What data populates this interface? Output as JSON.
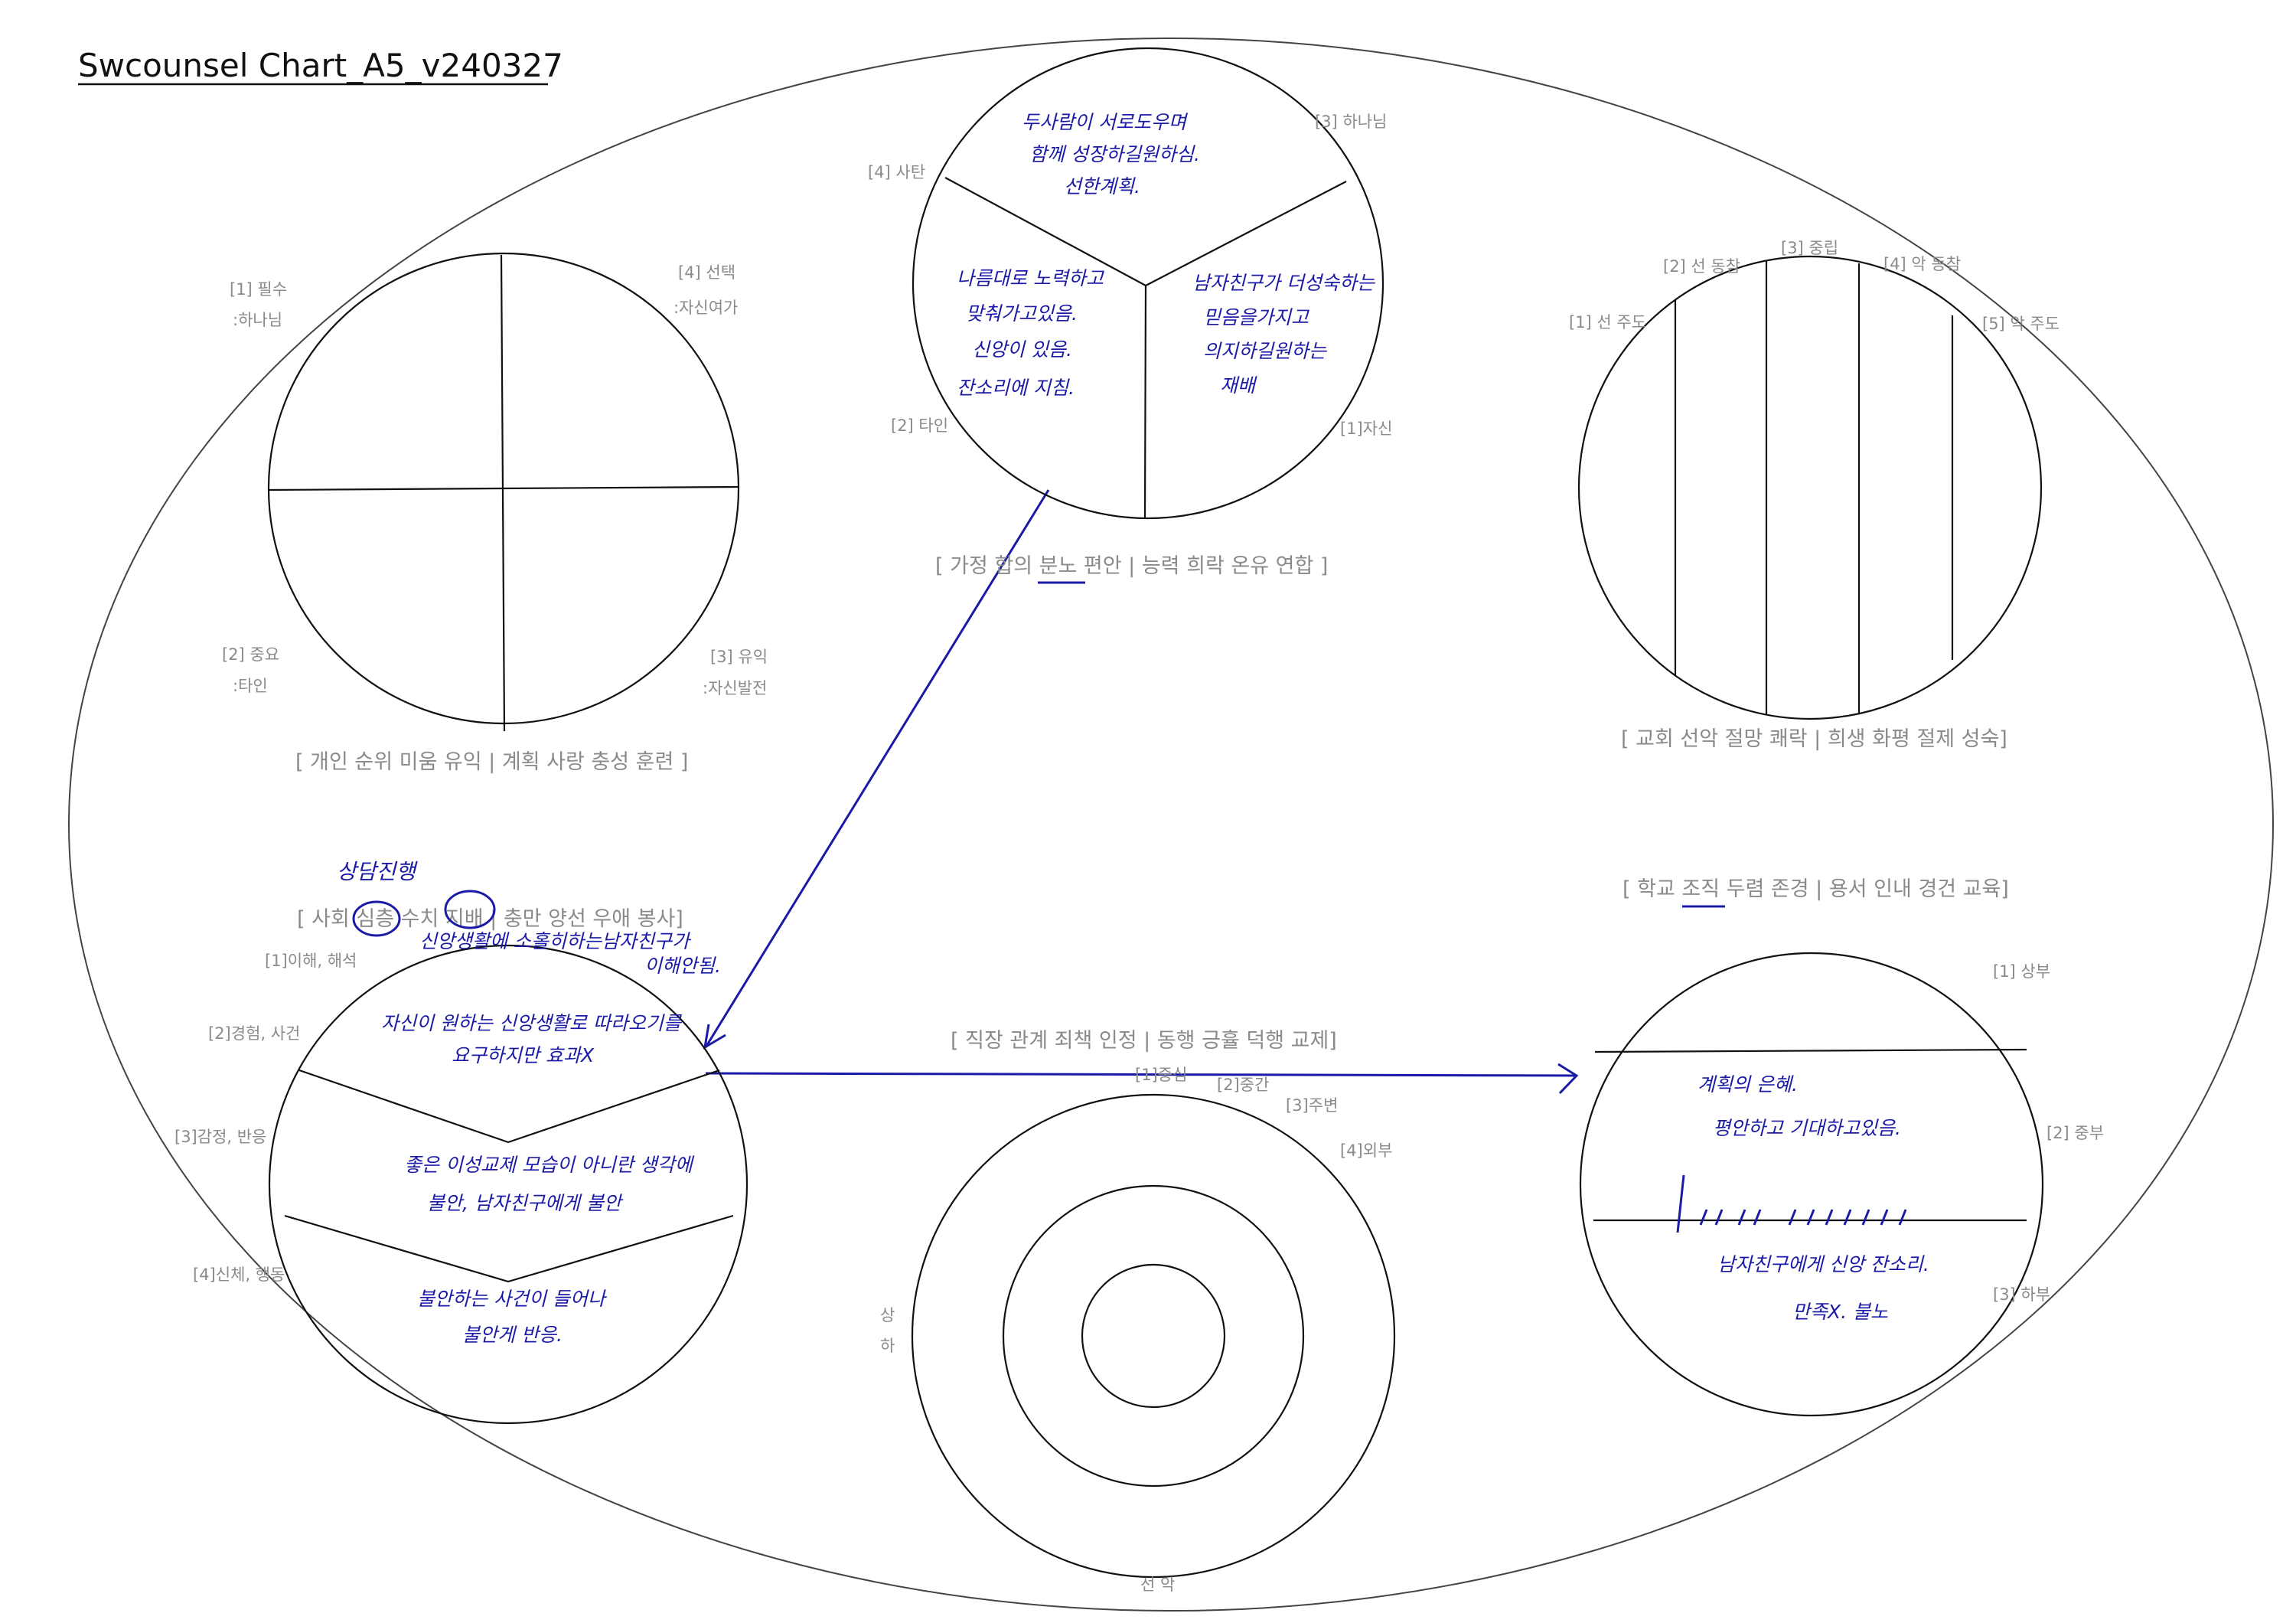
{
  "title": "Swcounsel Chart_A5_v240327",
  "colors": {
    "ink": "#1a1aa6",
    "line": "#111111",
    "label": "#8a8a8a"
  },
  "circle_personal": {
    "labels": [
      "[1] 필수",
      ":하나님",
      "[4] 선택",
      ":자신여가",
      "[2] 중요",
      ":타인",
      "[3] 유익",
      ":자신발전"
    ],
    "caption": "[ 개인 순위 미움 유익 | 계획 사랑 충성 훈련 ]"
  },
  "circle_family": {
    "labels": [
      "[4] 사탄",
      "[3] 하나님",
      "[2] 타인",
      "[1]자신"
    ],
    "caption": "[ 가정 합의 분노 편안 | 능력 희락 온유 연합 ]",
    "notes_top": [
      "두사람이 서로도우며",
      "함께 성장하길원하심.",
      "선한계획."
    ],
    "notes_left": [
      "나름대로 노력하고",
      "맞춰가고있음.",
      "신앙이 있음.",
      "잔소리에 지침."
    ],
    "notes_right": [
      "남자친구가 더성숙하는",
      "믿음을가지고",
      "의지하길원하는",
      "재배"
    ]
  },
  "circle_church": {
    "labels": [
      "[2] 선 동참",
      "[3] 중립",
      "[4] 악 동참",
      "[1] 선 주도",
      "[5] 악 주도"
    ],
    "caption": "[ 교회 선악 절망 쾌락 | 희생 화평 절제 성숙]"
  },
  "circle_society": {
    "caption": "[ 사회 심층 수치 지배 | 충만 양선 우애 봉사]",
    "labels": [
      "[1]이해, 해석",
      "[2]경험, 사건",
      "[3]감정, 반응",
      "[4]신체, 행동"
    ],
    "note_counsel": "상담진행",
    "note_header": [
      "신앙생활에 소홀히하는남자친구가",
      "이해안됨."
    ],
    "note_sec1": [
      "자신이 원하는 신앙생활로 따라오기를",
      "요구하지만 효과X"
    ],
    "note_sec2": [
      "좋은 이성교제 모습이 아니란 생각에",
      "불안,  남자친구에게 불안"
    ],
    "note_sec3": [
      "불안하는 사건이 들어나",
      "불안게 반응."
    ]
  },
  "circle_work": {
    "caption": "[ 직장 관계 죄책 인정 | 동행 긍휼 덕행 교제]",
    "labels": [
      "[1]중심",
      "[2]중간",
      "[3]주변",
      "[4]외부"
    ],
    "side": [
      "상",
      "하"
    ],
    "bottom": "선 악"
  },
  "circle_school": {
    "caption": "[ 학교 조직 두렴 존경 | 용서 인내 경건 교육]",
    "labels": [
      "[1] 상부",
      "[2] 중부",
      "[3] 하부"
    ],
    "note_mid": [
      "계획의 은혜.",
      "평안하고 기대하고있음."
    ],
    "note_low": [
      "남자친구에게 신앙 잔소리.",
      "만족X. 불노"
    ]
  }
}
